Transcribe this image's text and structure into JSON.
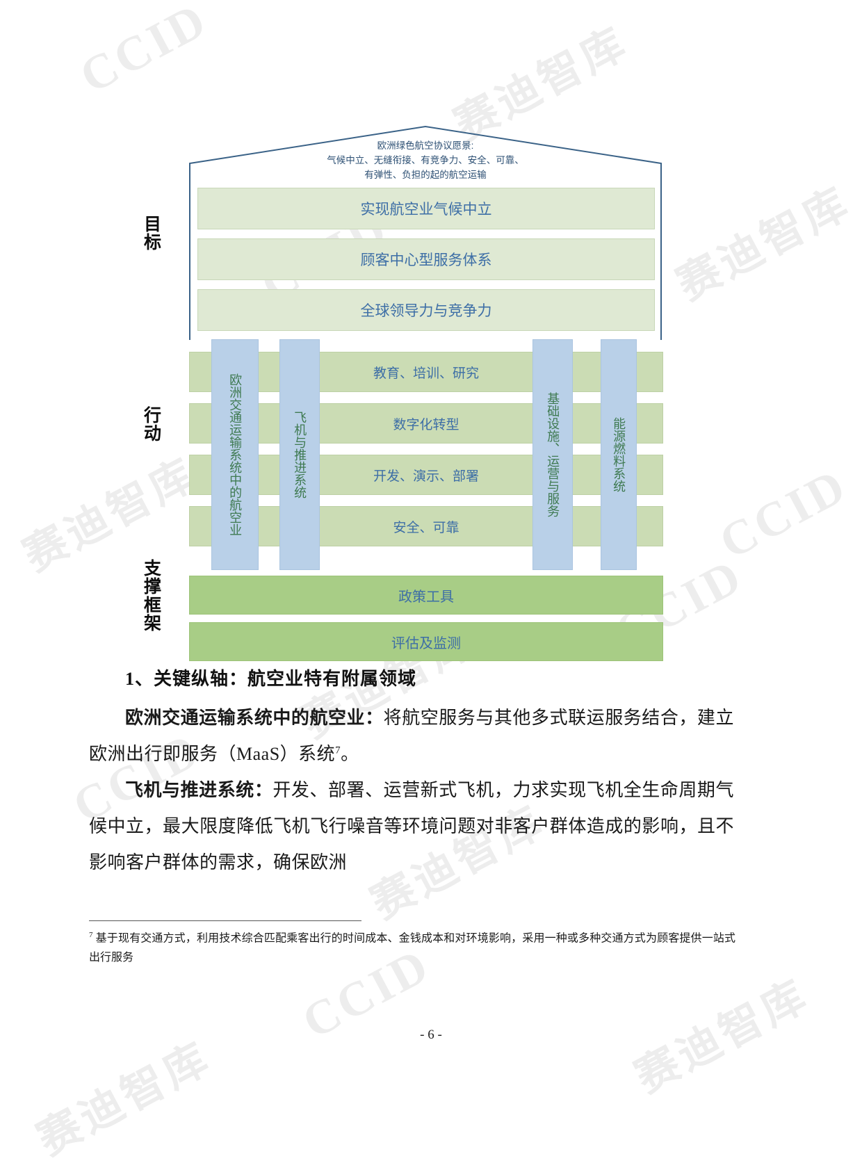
{
  "figure": {
    "roof_vision_lines": [
      "欧洲绿色航空协议愿景:",
      "气候中立、无缝衔接、有竞争力、安全、可靠、",
      "有弹性、负担的起的航空运输"
    ],
    "row_labels": [
      {
        "id": "goals",
        "chars": [
          "目",
          "标"
        ]
      },
      {
        "id": "actions",
        "chars": [
          "行",
          "动"
        ]
      },
      {
        "id": "support",
        "chars": [
          "支",
          "撑",
          "框",
          "架"
        ]
      }
    ],
    "goals": [
      "实现航空业气候中立",
      "顾客中心型服务体系",
      "全球领导力与竞争力"
    ],
    "action_rows": [
      "教育、培训、研究",
      "数字化转型",
      "开发、演示、部署",
      "安全、可靠"
    ],
    "action_columns": [
      "欧洲交通运输系统中的航空业",
      "飞机与推进系统",
      "基础设施、运营与服务",
      "能源燃料系统"
    ],
    "support_bars": [
      "政策工具",
      "评估及监测"
    ],
    "colors": {
      "goal_fill": "#dfe9d3",
      "action_row_fill": "#cbdcb4",
      "action_column_fill": "#b9d0e8",
      "support_fill": "#a8cd86",
      "blue_text": "#3d6ea6",
      "green_text": "#3f7a51",
      "roof_line": "#3a6287"
    }
  },
  "document": {
    "section_heading": "1、关键纵轴：航空业特有附属领域",
    "paragraphs": [
      {
        "id": "p-maas",
        "bold_lead": "欧洲交通运输系统中的航空业：",
        "rest": "将航空服务与其他多式联运服务结合，建立欧洲出行即服务（MaaS）系统",
        "footnote_marker": "7",
        "tail": "。"
      },
      {
        "id": "p-aircraft",
        "bold_lead": "飞机与推进系统：",
        "rest": "开发、部署、运营新式飞机，力求实现飞机全生命周期气候中立，最大限度降低飞机飞行噪音等环境问题对非客户群体造成的影响，且不影响客户群体的需求，确保欧洲",
        "footnote_marker": "",
        "tail": ""
      }
    ],
    "footnote": {
      "marker": "7",
      "text": "基于现有交通方式，利用技术综合匹配乘客出行的时间成本、金钱成本和对环境影响，采用一种或多种交通方式为顾客提供一站式出行服务"
    },
    "page_number": "- 6 -"
  },
  "watermarks": {
    "latin": "CCID",
    "chinese": "赛迪智库"
  }
}
